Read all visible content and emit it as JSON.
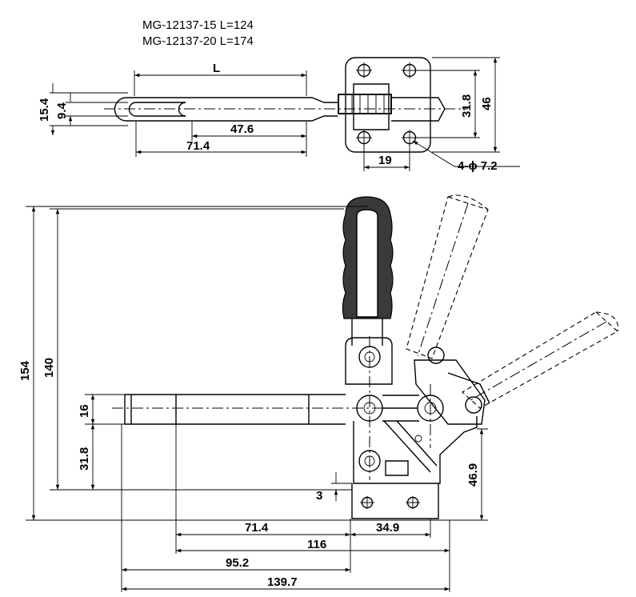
{
  "header": {
    "lines": [
      "MG-12137-15   L=124",
      "MG-12137-20   L=174"
    ]
  },
  "top_view": {
    "dim_L": "L",
    "dim_15_4": "15.4",
    "dim_9_4": "9.4",
    "dim_47_6": "47.6",
    "dim_71_4": "71.4",
    "dim_31_8": "31.8",
    "dim_46": "46",
    "dim_19": "19",
    "hole_callout": "4-ϕ 7.2"
  },
  "side_view": {
    "dim_154": "154",
    "dim_140": "140",
    "dim_16": "16",
    "dim_31_8": "31.8",
    "dim_3": "3",
    "dim_46_9": "46.9",
    "dim_71_4": "71.4",
    "dim_34_9": "34.9",
    "dim_116": "116",
    "dim_95_2": "95.2",
    "dim_139_7": "139.7"
  }
}
